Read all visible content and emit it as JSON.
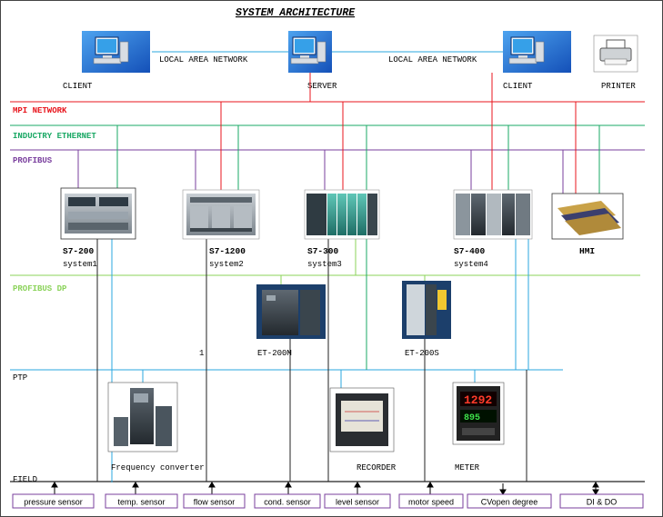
{
  "title": "SYSTEM ARCHITECTURE",
  "top": {
    "client_left": "CLIENT",
    "server": "SERVER",
    "client_right": "CLIENT",
    "printer": "PRINTER",
    "lan_left": "LOCAL AREA NETWORK",
    "lan_right": "LOCAL AREA NETWORK"
  },
  "networks": {
    "mpi": "MPI NETWORK",
    "ethernet": "INDUCTRY ETHERNET",
    "profibus": "PROFIBUS",
    "profibus_dp": "PROFIBUS DP",
    "ptp": "PTP",
    "field": "FIELD"
  },
  "colors": {
    "mpi": "#e8141c",
    "ethernet": "#19a864",
    "profibus": "#7a3f9e",
    "profibus_dp": "#8bd35a",
    "ptp": "#2aa7df",
    "field": "#222222",
    "sensor_border": "#7a3f9e"
  },
  "plcs": [
    {
      "model": "S7-200",
      "system": "system1"
    },
    {
      "model": "S7-1200",
      "system": "system2"
    },
    {
      "model": "S7-300",
      "system": "system3"
    },
    {
      "model": "S7-400",
      "system": "system4"
    }
  ],
  "hmi": "HMI",
  "remote_io": {
    "et200m": "ET-200M",
    "et200s": "ET-200S",
    "stray_mark": "1"
  },
  "devices": {
    "frequency_converter": "Frequency converter",
    "recorder": "RECORDER",
    "meter": "METER",
    "meter_display_top": "1292",
    "meter_display_bottom": "895"
  },
  "sensors": [
    "pressure sensor",
    "temp. sensor",
    "flow sensor",
    "cond. sensor",
    "level sensor",
    "motor speed",
    "CVopen degree",
    "DI & DO"
  ]
}
